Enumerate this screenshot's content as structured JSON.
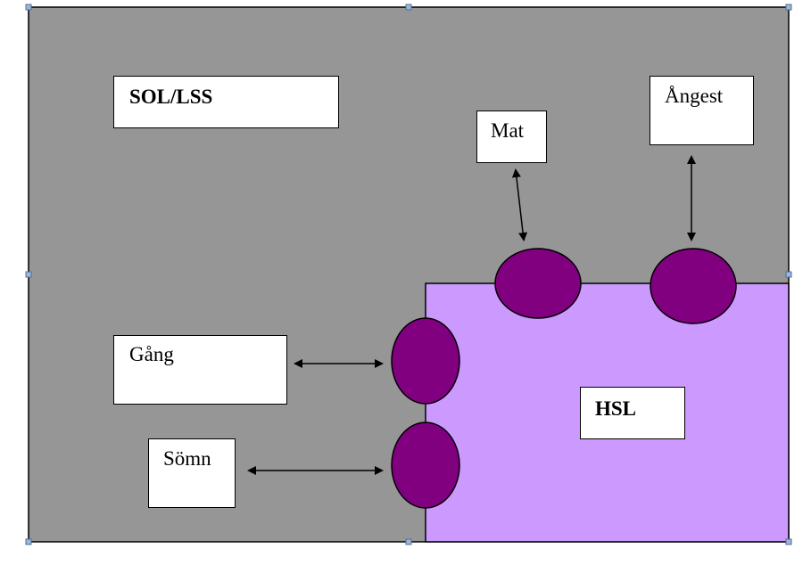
{
  "diagram": {
    "outer_region": {
      "color": "#969696"
    },
    "inner_region": {
      "color": "#cc99ff"
    },
    "connector_color": "#800080",
    "labels": {
      "sol_lss": "SOL/LSS",
      "angest": "Ångest",
      "mat": "Mat",
      "gang": "Gång",
      "somn": "Sömn",
      "hsl": "HSL"
    }
  }
}
